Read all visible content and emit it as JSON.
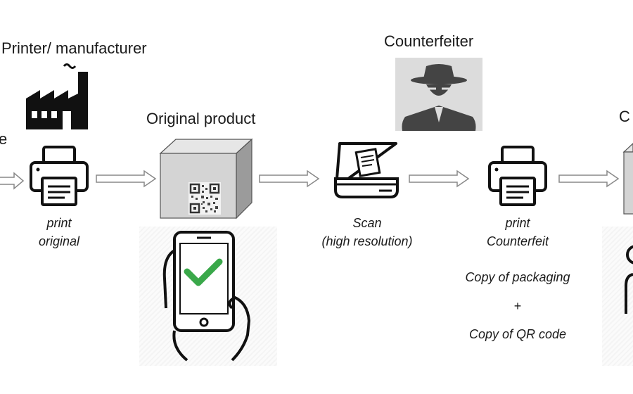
{
  "labels": {
    "left_cut": "e",
    "printer_manufacturer": "Printer/ manufacturer",
    "original_product": "Original product",
    "counterfeiter": "Counterfeiter",
    "right_cut": "C"
  },
  "steps": {
    "print_original_line1": "print",
    "print_original_line2": "original",
    "scan_line1": "Scan",
    "scan_line2": "(high resolution)",
    "print_counterfeit_line1": "print",
    "print_counterfeit_line2": "Counterfeit"
  },
  "notes": {
    "copy_packaging": "Copy of packaging",
    "plus": "+",
    "copy_qr": "Copy of QR code"
  },
  "icons": {
    "factory": "factory-icon",
    "printer": "printer-icon",
    "box": "product-box-icon",
    "qr": "qr-code-icon",
    "phone": "phone-check-icon",
    "spy": "counterfeiter-icon",
    "scanner": "scanner-icon",
    "arrow": "arrow-right-icon",
    "check_color": "#3aa84a"
  }
}
